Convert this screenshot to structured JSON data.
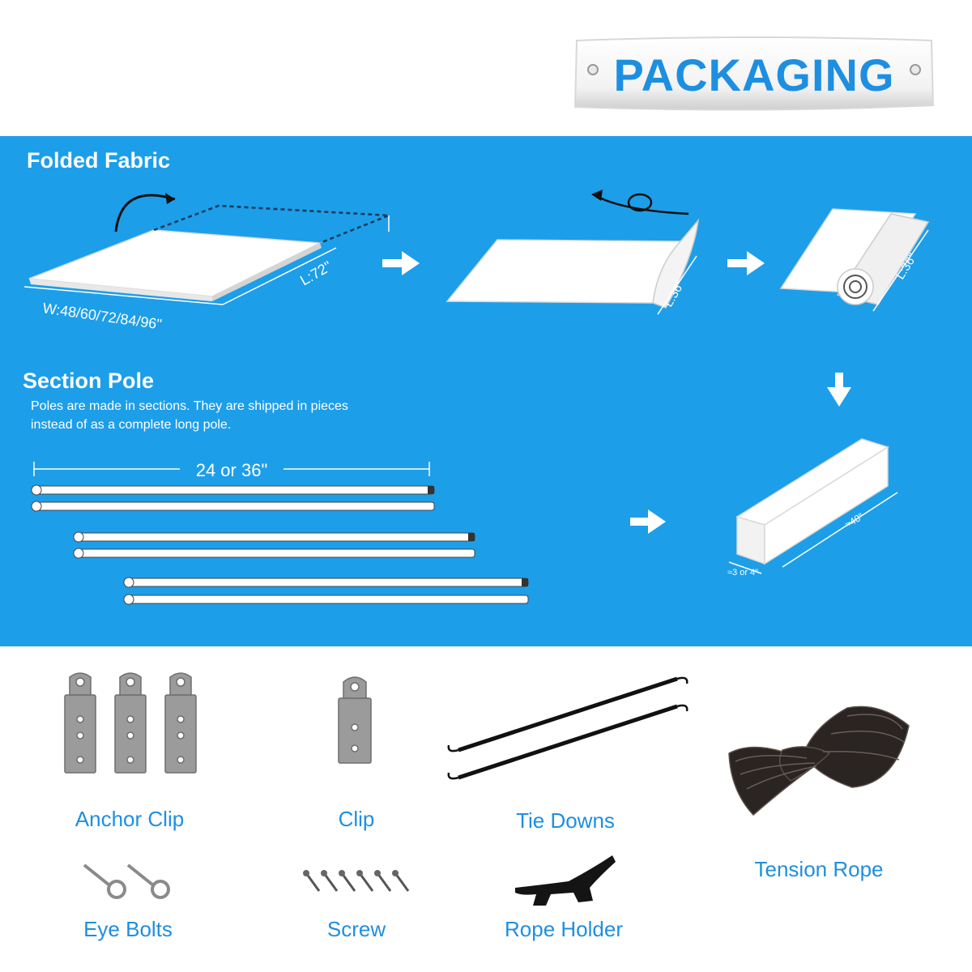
{
  "header": {
    "title": "PACKAGING"
  },
  "folded_fabric": {
    "title": "Folded Fabric",
    "width_label": "W:48/60/72/84/96\"",
    "length_label": "L:72\"",
    "fold_length_label": "L:36\"",
    "roll_length_label": "L:36\""
  },
  "section_pole": {
    "title": "Section Pole",
    "description": "Poles are made in sections. They are shipped in pieces instead of as a complete long pole.",
    "length_label": "24 or 36\""
  },
  "package": {
    "length_label": "≈40\"",
    "size_label": "≈3 or 4\""
  },
  "accessories": [
    {
      "label": "Anchor Clip"
    },
    {
      "label": "Clip"
    },
    {
      "label": "Tie Downs"
    },
    {
      "label": "Tension Rope"
    },
    {
      "label": "Eye Bolts"
    },
    {
      "label": "Screw"
    },
    {
      "label": "Rope Holder"
    }
  ],
  "colors": {
    "panel_blue": "#1d9ee9",
    "label_blue": "#1e8fe0",
    "white": "#ffffff"
  },
  "icons": [
    "arrow-right-icon",
    "arrow-down-icon",
    "fold-arrow-icon",
    "roll-arrow-icon"
  ]
}
